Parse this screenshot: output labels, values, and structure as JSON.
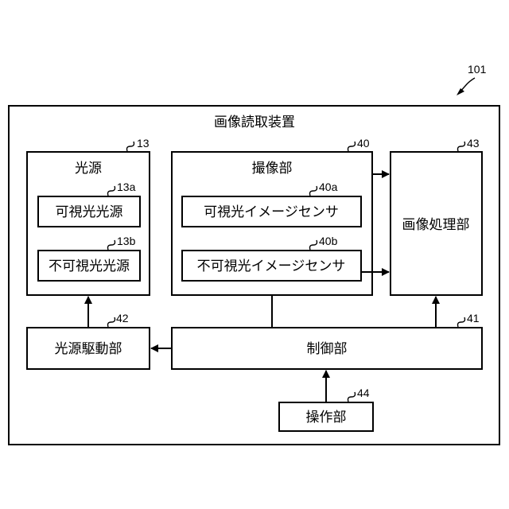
{
  "refs": {
    "device": "101",
    "light_source": "13",
    "visible_light_source": "13a",
    "invisible_light_source": "13b",
    "imaging_unit": "40",
    "visible_sensor": "40a",
    "invisible_sensor": "40b",
    "image_processing": "43",
    "light_source_drive": "42",
    "control": "41",
    "operation": "44"
  },
  "labels": {
    "device": "画像読取装置",
    "light_source": "光源",
    "visible_light_source": "可視光光源",
    "invisible_light_source": "不可視光光源",
    "imaging_unit": "撮像部",
    "visible_sensor": "可視光イメージセンサ",
    "invisible_sensor": "不可視光イメージセンサ",
    "image_processing": "画像処理部",
    "light_source_drive": "光源駆動部",
    "control": "制御部",
    "operation": "操作部"
  }
}
